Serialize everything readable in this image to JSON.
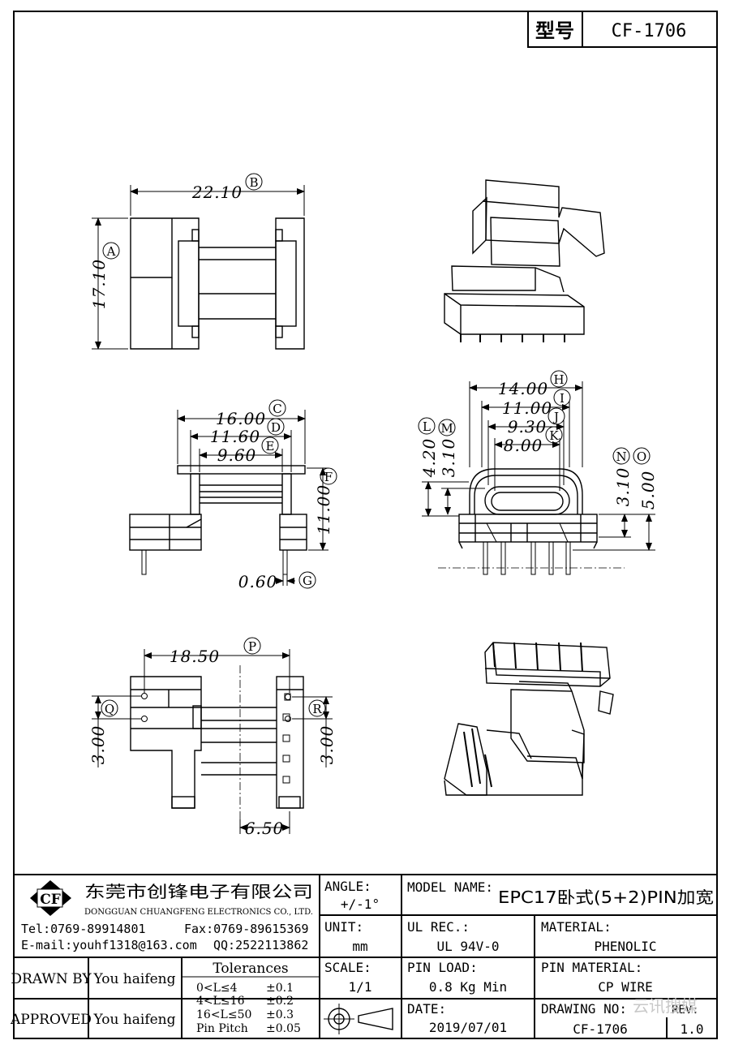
{
  "header": {
    "model_label": "型号",
    "model_value": "CF-1706"
  },
  "dimensions": {
    "a_val": "17.10",
    "a_tag": "A",
    "b_val": "22.10",
    "b_tag": "B",
    "c_val": "16.00",
    "c_tag": "C",
    "d_val": "11.60",
    "d_tag": "D",
    "e_val": "9.60",
    "e_tag": "E",
    "f_val": "11.00",
    "f_tag": "F",
    "g_val": "0.60",
    "g_tag": "G",
    "h_val": "14.00",
    "h_tag": "H",
    "i_val": "11.00",
    "i_tag": "I",
    "j_val": "9.30",
    "j_tag": "J",
    "k_val": "8.00",
    "k_tag": "K",
    "l_val": "4.20",
    "l_tag": "L",
    "m_val": "3.10",
    "m_tag": "M",
    "n_val": "3.10",
    "n_tag": "N",
    "o_val": "5.00",
    "o_tag": "O",
    "p_val": "18.50",
    "p_tag": "P",
    "q_val": "3.00",
    "q_tag": "Q",
    "r_val": "3.00",
    "r_tag": "R",
    "bottom_val": "6.50"
  },
  "title_block": {
    "logo_text": "CF",
    "company_cn": "东莞市创锋电子有限公司",
    "company_en": "DONGGUAN CHUANGFENG ELECTRONICS CO., LTD.",
    "tel": "Tel:0769-89914801",
    "fax": "Fax:0769-89615369",
    "email": "E-mail:youhf1318@163.com",
    "qq": "QQ:2522113862",
    "angle_label": "ANGLE:",
    "angle_value": "+/-1°",
    "unit_label": "UNIT:",
    "unit_value": "mm",
    "scale_label": "SCALE:",
    "scale_value": "1/1",
    "model_name_label": "MODEL NAME:",
    "model_name_value": "EPC17卧式(5+2)PIN加宽",
    "ul_label": "UL REC.:",
    "ul_value": "UL 94V-0",
    "material_label": "MATERIAL:",
    "material_value": "PHENOLIC",
    "pin_load_label": "PIN LOAD:",
    "pin_load_value": "0.8 Kg Min",
    "pin_material_label": "PIN MATERIAL:",
    "pin_material_value": "CP WIRE",
    "date_label": "DATE:",
    "date_value": "2019/07/01",
    "drawing_no_label": "DRAWING NO:",
    "drawing_no_value": "CF-1706",
    "rev_label": "REV:",
    "rev_value": "1.0",
    "drawn_by_label": "DRAWN BY",
    "drawn_by_value": "You haifeng",
    "approved_label": "APPROVED",
    "approved_value": "You haifeng",
    "tolerances_title": "Tolerances",
    "tol_rows": [
      {
        "range": "0<L≤4",
        "value": "±0.1"
      },
      {
        "range": "4<L≤16",
        "value": "±0.2"
      },
      {
        "range": "16<L≤50",
        "value": "±0.3"
      },
      {
        "range": "Pin Pitch",
        "value": "±0.05"
      }
    ],
    "watermark": "云讯搜媒"
  }
}
